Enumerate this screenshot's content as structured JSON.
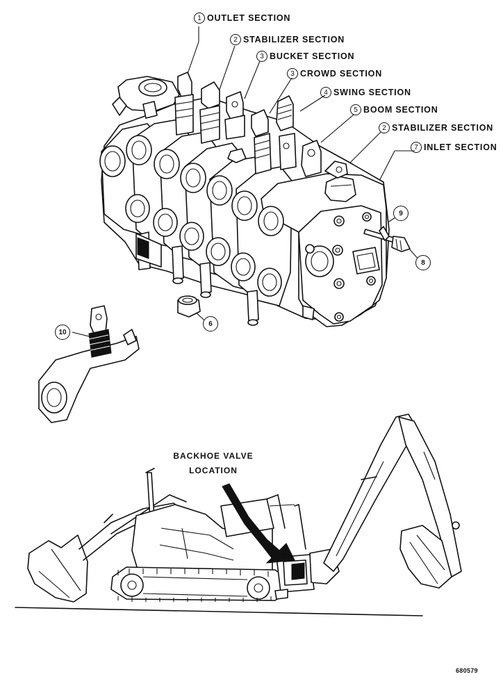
{
  "callouts": [
    {
      "num": "1",
      "text": "OUTLET SECTION"
    },
    {
      "num": "2",
      "text": "STABILIZER SECTION"
    },
    {
      "num": "3",
      "text": "BUCKET SECTION"
    },
    {
      "num": "3",
      "text": "CROWD SECTION"
    },
    {
      "num": "4",
      "text": "SWING SECTION"
    },
    {
      "num": "5",
      "text": "BOOM SECTION"
    },
    {
      "num": "2",
      "text": "STABILIZER SECTION"
    },
    {
      "num": "7",
      "text": "INLET SECTION"
    }
  ],
  "part_numbers": {
    "p6": "6",
    "p8": "8",
    "p9": "9",
    "p10": "10"
  },
  "location_label": {
    "line1": "BACKHOE VALVE",
    "line2": "LOCATION"
  },
  "figure_number": "680579"
}
